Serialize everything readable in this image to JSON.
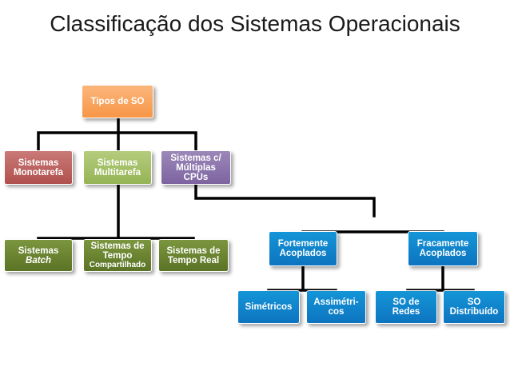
{
  "title": "Classificação dos Sistemas Operacionais",
  "colors": {
    "orange": "#f79646",
    "red": "#c0504d",
    "green": "#9bbb59",
    "purple": "#8064a2",
    "olive": "#5f7a27",
    "blue": "#0e7dc9",
    "connector": "#000000"
  },
  "nodes": {
    "tipos": [
      "Tipos de SO"
    ],
    "monotarefa": [
      "Sistemas",
      "Monotarefa"
    ],
    "multitarefa": [
      "Sistemas",
      "Multitarefa"
    ],
    "multiplas": [
      "Sistemas c/",
      "Múltiplas",
      "CPUs"
    ],
    "batch": [
      "Sistemas",
      "Batch"
    ],
    "tempo_compartilhado": [
      "Sistemas de",
      "Tempo",
      "Compartilhado"
    ],
    "tempo_real": [
      "Sistemas de",
      "Tempo Real"
    ],
    "fortemente": [
      "Fortemente",
      "Acoplados"
    ],
    "fracamente": [
      "Fracamente",
      "Acoplados"
    ],
    "simetricos": [
      "Simétricos"
    ],
    "assimetricos": [
      "Assimétri-",
      "cos"
    ],
    "so_redes": [
      "SO de",
      "Redes"
    ],
    "so_distribuido": [
      "SO",
      "Distribuído"
    ]
  }
}
